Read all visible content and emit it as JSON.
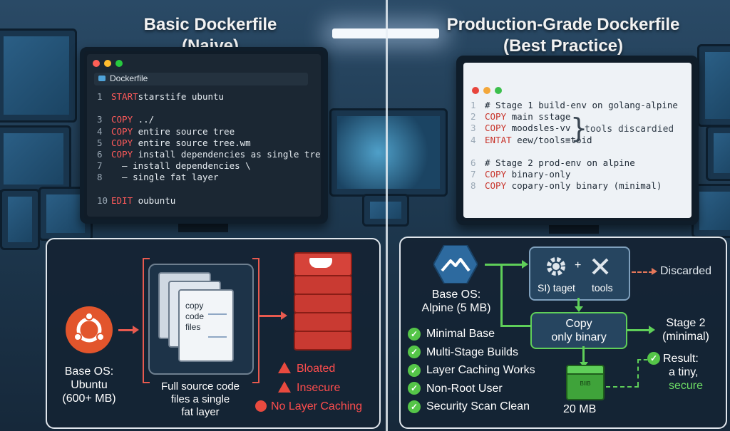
{
  "left": {
    "title_line1": "Basic Dockerfile",
    "title_line2": "(Naive)",
    "editor_tab": "Dockerfile",
    "code": [
      {
        "n": "1",
        "kw": "START",
        "rest": "starstife ubuntu"
      },
      {
        "n": "",
        "kw": "",
        "rest": ""
      },
      {
        "n": "3",
        "kw": "COPY",
        "rest": " ../"
      },
      {
        "n": "4",
        "kw": "COPY",
        "rest": " entire source tree"
      },
      {
        "n": "5",
        "kw": "COPY",
        "rest": " entire source tree.wm"
      },
      {
        "n": "6",
        "kw": "COPY",
        "rest": " install dependencies as single tree \\"
      },
      {
        "n": "7",
        "kw": "",
        "rest": "  – install dependencies \\"
      },
      {
        "n": "8",
        "kw": "",
        "rest": "  – single fat layer"
      },
      {
        "n": "",
        "kw": "",
        "rest": ""
      },
      {
        "n": "10",
        "kw": "EDIT",
        "rest": " oubuntu"
      }
    ],
    "base_os": [
      "Base OS:",
      "Ubuntu",
      "(600+ MB)"
    ],
    "files_label": [
      "copy",
      "code",
      "files"
    ],
    "layer_caption": [
      "Full source code",
      "files a single",
      "fat layer"
    ],
    "issues": [
      "Bloated",
      "Insecure",
      "No Layer Caching"
    ]
  },
  "right": {
    "title_line1": "Production-Grade Dockerfile",
    "title_line2": "(Best Practice)",
    "code": [
      {
        "n": "1",
        "kw": "",
        "rest": "# Stage 1 build-env on golang-alpine"
      },
      {
        "n": "2",
        "kw": "COPY",
        "rest": " main sstage"
      },
      {
        "n": "3",
        "kw": "COPY",
        "rest": " moodsles-vv"
      },
      {
        "n": "4",
        "kw": "ENTAT",
        "rest": " eew/tools≡toid"
      },
      {
        "n": "",
        "kw": "",
        "rest": ""
      },
      {
        "n": "6",
        "kw": "",
        "rest": "# Stage 2 prod-env on alpine"
      },
      {
        "n": "7",
        "kw": "COPY",
        "rest": " binary-only"
      },
      {
        "n": "8",
        "kw": "COPY",
        "rest": " copary-only binary (minimal)"
      }
    ],
    "brace_note": "tools discardied",
    "base_os": [
      "Base OS:",
      "Alpine (5 MB)"
    ],
    "build_tools": [
      "SI) taget",
      "tools"
    ],
    "plus": "+",
    "discarded": "Discarded",
    "copy_binary": [
      "Copy",
      "only binary"
    ],
    "stage2": [
      "Stage 2",
      "(minimal)"
    ],
    "size": "20 MB",
    "cube_label": "BIIB",
    "result": [
      "Result:",
      "a tiny,",
      "secure"
    ],
    "checklist": [
      "Minimal Base",
      "Multi-Stage Builds",
      "Layer Caching Works",
      "Non-Root User",
      "Security Scan Clean"
    ]
  }
}
